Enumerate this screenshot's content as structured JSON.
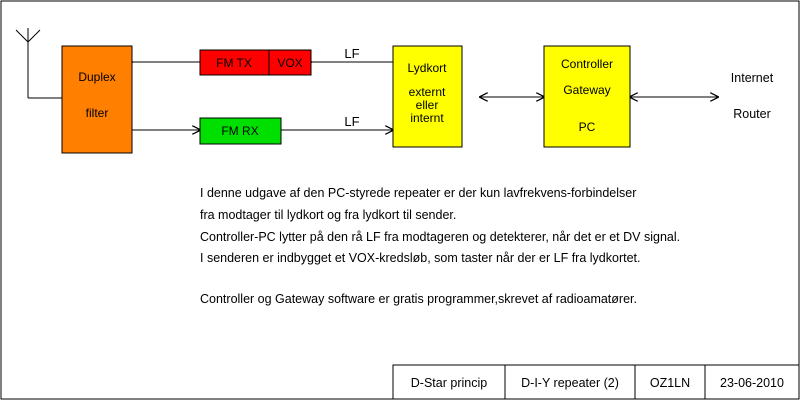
{
  "blocks": {
    "duplex": {
      "line1": "Duplex",
      "line2": "filter",
      "color": "#ff7f00"
    },
    "fm_tx": {
      "label": "FM TX",
      "color": "#ff0000"
    },
    "vox": {
      "label": "VOX",
      "color": "#ff0000"
    },
    "fm_rx": {
      "label": "FM RX",
      "color": "#00e000"
    },
    "lydkort": {
      "line1": "Lydkort",
      "line2": "externt",
      "line3": "eller",
      "line4": "internt",
      "color": "#ffff00"
    },
    "controller": {
      "line1": "Controller",
      "line2": "Gateway",
      "line3": "PC",
      "color": "#ffff00"
    }
  },
  "labels": {
    "lf_top": "LF",
    "lf_bottom": "LF",
    "internet": "Internet",
    "router": "Router"
  },
  "description": {
    "lines": [
      "I denne udgave af den PC-styrede repeater er der kun lavfrekvens-forbindelser",
      "fra modtager til lydkort og fra lydkort til sender.",
      "Controller-PC lytter på den rå LF fra modtageren og detekterer, når det er et DV signal.",
      "I senderen er indbygget et VOX-kredsløb, som taster når der er LF fra lydkortet.",
      "Controller og Gateway software er gratis programmer,skrevet af radioamatører."
    ]
  },
  "footer": {
    "cells": [
      "D-Star princip",
      "D-I-Y repeater (2)",
      "OZ1LN",
      "23-06-2010"
    ]
  }
}
